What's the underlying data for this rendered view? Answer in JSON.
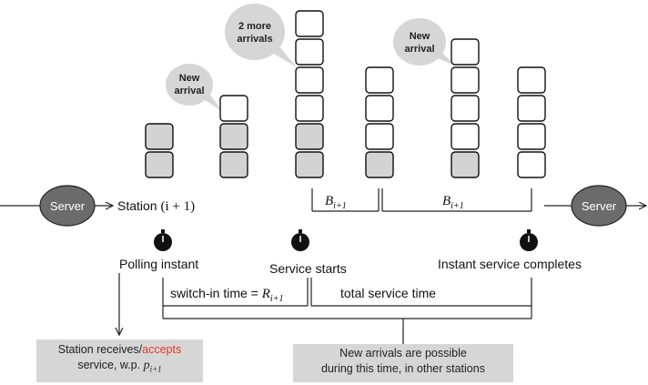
{
  "colors": {
    "server": "#6b6b6b",
    "box_filled": "#d3d3d3",
    "box_empty": "#ffffff",
    "bubble": "#d6d6d6",
    "note_bg": "#d6d6d6",
    "accent": "#e23a2a"
  },
  "servers": {
    "left_label": "Server",
    "right_label": "Server"
  },
  "station": {
    "text": "Station ",
    "math": "(i + 1)"
  },
  "bubbles": [
    {
      "line1": "New",
      "line2": "arrival"
    },
    {
      "line1": "2 more",
      "line2": "arrivals"
    },
    {
      "line1": "New",
      "line2": "arrival"
    }
  ],
  "queues": [
    {
      "filled": 2,
      "empty": 0
    },
    {
      "filled": 2,
      "empty": 1
    },
    {
      "filled": 2,
      "empty": 4
    },
    {
      "filled": 1,
      "empty": 3
    },
    {
      "filled": 1,
      "empty": 4
    },
    {
      "filled": 0,
      "empty": 4
    }
  ],
  "service_labels": {
    "b1": "B",
    "b1_sub": "i+1",
    "b2": "B",
    "b2_sub": "i+1"
  },
  "events": {
    "polling": "Polling instant",
    "service_starts": "Service starts",
    "completes": "Instant service completes"
  },
  "timeline": {
    "switch_in_prefix": "switch-in time = ",
    "switch_in_var": "R",
    "switch_in_sub": "i+1",
    "total_service": "total service time"
  },
  "notes": {
    "left_prefix": "Station receives/",
    "left_accent": "accepts",
    "left_line2": "service, w.p. ",
    "left_var": "p",
    "left_sub": "i+1",
    "right_line1": "New arrivals are possible",
    "right_line2": "during this time, in other stations"
  }
}
